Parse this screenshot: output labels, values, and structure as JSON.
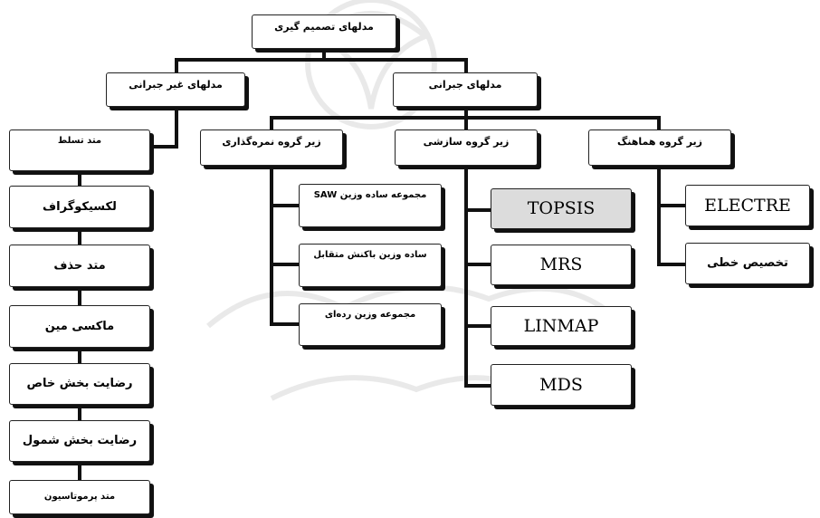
{
  "colors": {
    "line": "#111111",
    "box_fill": "#ffffff",
    "box_shadow": "#111111",
    "highlight_fill": "#dcdcdc"
  },
  "root": "مدلهای تصمیم گیری",
  "non_compensatory": {
    "title": "مدلهای غیر جبرانی",
    "items": [
      "متد تسلط",
      "لکسیکوگراف",
      "متد حذف",
      "ماکسی مین",
      "رضایت بخش خاص",
      "رضایت بخش شمول",
      "متد پرموتاسیون"
    ]
  },
  "compensatory": {
    "title": "مدلهای جبرانی",
    "scoring": {
      "title": "زیر گروه نمره‌گذاری",
      "items": [
        "مجموعه ساده وزین SAW",
        "ساده وزین باکنش متقابل",
        "مجموعه وزین رده‌ای"
      ]
    },
    "compromise": {
      "title": "زیر گروه سازشی",
      "items": [
        "TOPSIS",
        "MRS",
        "LINMAP",
        "MDS"
      ]
    },
    "concordance": {
      "title": "زیر گروه هماهنگ",
      "items": [
        "ELECTRE",
        "تخصیص خطی"
      ]
    }
  }
}
